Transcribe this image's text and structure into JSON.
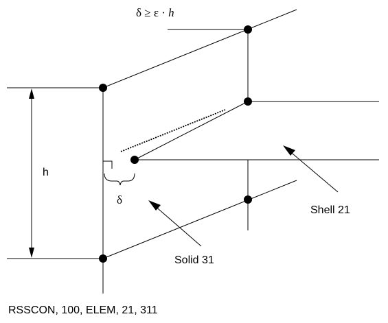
{
  "diagram": {
    "formula_condition": "δ ≥ ε · ",
    "formula_variable": "h",
    "height_label": "h",
    "offset_label": "δ",
    "shell_label": "Shell 21",
    "solid_label": "Solid 31",
    "command_text": "RSSCON, 100, ELEM, 21, 311"
  },
  "colors": {
    "ink": "#000000",
    "background": "#ffffff"
  }
}
